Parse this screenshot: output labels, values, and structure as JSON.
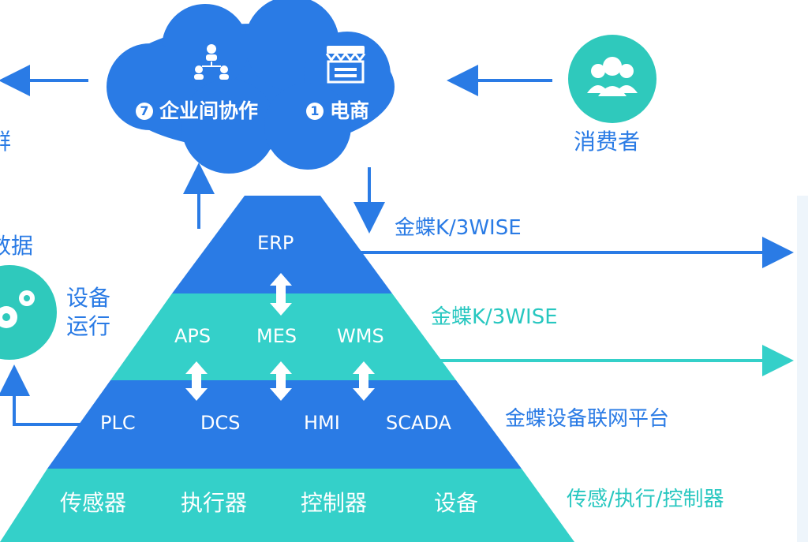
{
  "colors": {
    "blue": "#2a7be5",
    "teal": "#34d0c9",
    "side_teal": "#27c7c0",
    "consumer_circle": "#2fc9bc"
  },
  "cloud": {
    "items": [
      {
        "badge": "7",
        "label": "企业间协作",
        "icon": "org-chart-icon"
      },
      {
        "badge": "1",
        "label": "电商",
        "icon": "storefront-icon"
      }
    ]
  },
  "consumer": {
    "label": "消费者",
    "icon": "people-group-icon"
  },
  "left_partial": {
    "text_top": "群",
    "text_data": "数据",
    "device_line1": "设备",
    "device_line2": "运行",
    "icon": "gears-icon"
  },
  "pyramid": {
    "erp": "ERP",
    "layer2": [
      "APS",
      "MES",
      "WMS"
    ],
    "layer3": [
      "PLC",
      "DCS",
      "HMI",
      "SCADA"
    ],
    "layer4": [
      "传感器",
      "执行器",
      "控制器",
      "设备"
    ]
  },
  "side_labels": {
    "erp": "金蝶K/3WISE",
    "mes": "金蝶K/3WISE",
    "iot": "金蝶设备联网平台",
    "sensors": "传感/执行/控制器"
  }
}
